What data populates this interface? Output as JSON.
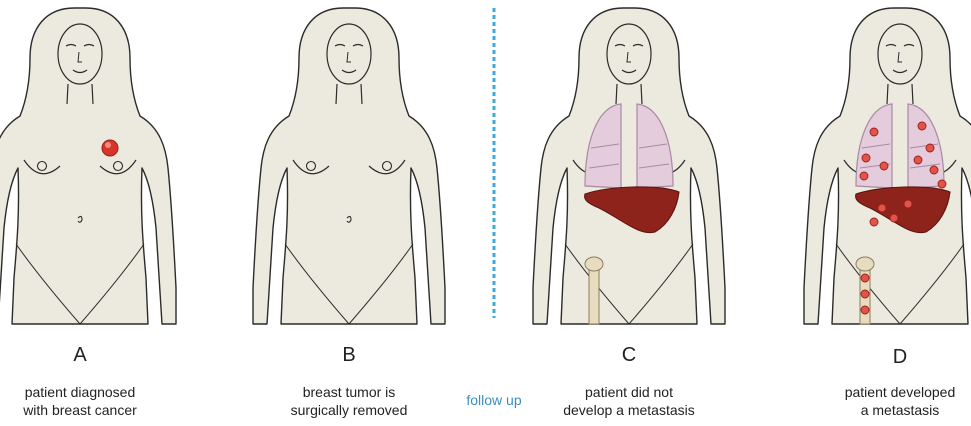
{
  "colors": {
    "skin": "#ece9de",
    "outline": "#2b2b2b",
    "tumor": "#d7352b",
    "lung": "#e4ccdc",
    "lung_outline": "#a88aa2",
    "liver": "#8e231c",
    "bone": "#e8dcc0",
    "metastasis": "#e0544a",
    "divider": "#3fa9d8",
    "follow_up": "#3a8fbf"
  },
  "panels": [
    {
      "letter": "A",
      "caption": [
        "patient diagnosed",
        "with breast cancer"
      ]
    },
    {
      "letter": "B",
      "caption": [
        "breast tumor is",
        "surgically removed"
      ]
    },
    {
      "letter": "C",
      "caption": [
        "patient did not",
        "develop a metastasis"
      ]
    },
    {
      "letter": "D",
      "caption": [
        "patient developed",
        "a metastasis"
      ]
    }
  ],
  "divider": {
    "label": "follow up"
  }
}
